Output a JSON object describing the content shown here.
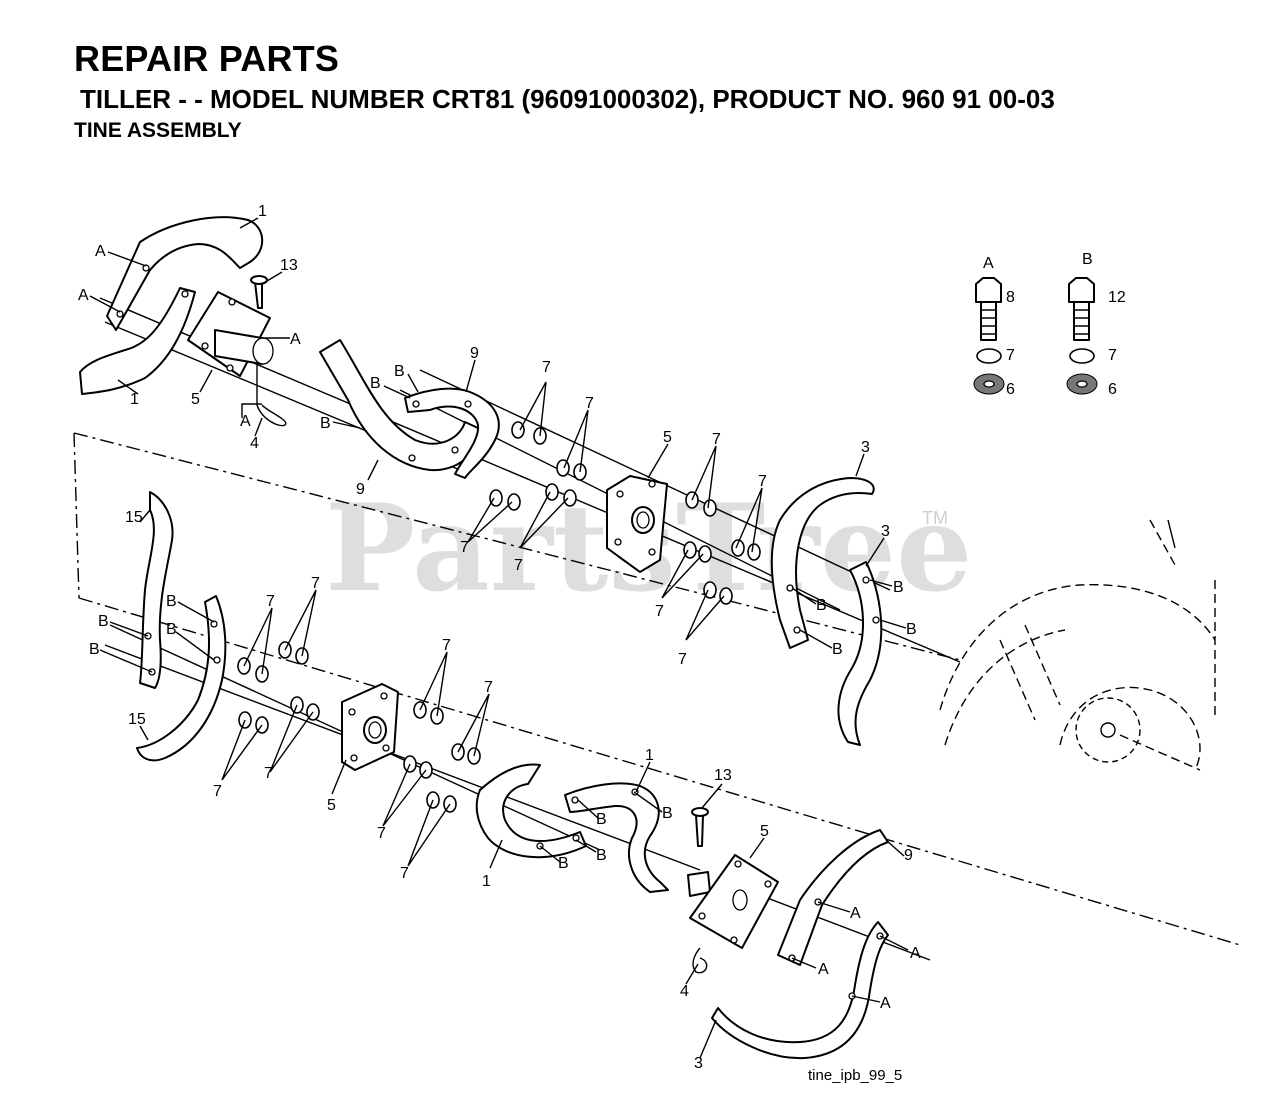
{
  "header": {
    "title": "REPAIR PARTS",
    "subtitle": "TILLER - - MODEL NUMBER CRT81 (96091000302), PRODUCT NO. 960 91 00-03",
    "section": "TINE ASSEMBLY"
  },
  "watermark": {
    "text": "PartsTree",
    "tm": "TM"
  },
  "hardware_key": {
    "a": {
      "label": "A",
      "bolt": "8",
      "lockwasher": "7",
      "nut": "6"
    },
    "b": {
      "label": "B",
      "bolt": "12",
      "lockwasher": "7",
      "nut": "6"
    }
  },
  "callouts": {
    "tine_1": "1",
    "clevis_pin_13": "13",
    "hairpin_4": "4",
    "hub_5": "5",
    "tine_9": "9",
    "washer_7": "7",
    "tine_3": "3",
    "tine_15": "15",
    "bolt_a": "A",
    "bolt_b": "B"
  },
  "diagram_id": "tine_ipb_99_5"
}
